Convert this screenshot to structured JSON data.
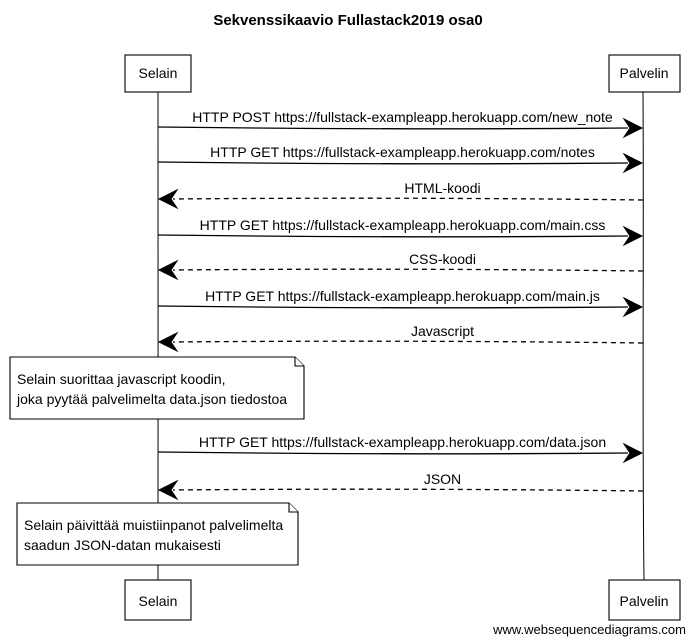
{
  "title": "Sekvenssikaavio Fullastack2019 osa0",
  "participants": {
    "browser": "Selain",
    "server": "Palvelin"
  },
  "messages": [
    {
      "label": "HTTP POST https://fullstack-exampleapp.herokuapp.com/new_note",
      "from": "browser",
      "to": "server",
      "style": "solid"
    },
    {
      "label": "HTTP GET https://fullstack-exampleapp.herokuapp.com/notes",
      "from": "browser",
      "to": "server",
      "style": "solid"
    },
    {
      "label": "HTML-koodi",
      "from": "server",
      "to": "browser",
      "style": "dashed"
    },
    {
      "label": "HTTP GET https://fullstack-exampleapp.herokuapp.com/main.css",
      "from": "browser",
      "to": "server",
      "style": "solid"
    },
    {
      "label": "CSS-koodi",
      "from": "server",
      "to": "browser",
      "style": "dashed"
    },
    {
      "label": "HTTP GET https://fullstack-exampleapp.herokuapp.com/main.js",
      "from": "browser",
      "to": "server",
      "style": "solid"
    },
    {
      "label": "Javascript",
      "from": "server",
      "to": "browser",
      "style": "dashed"
    },
    {
      "label": "HTTP GET https://fullstack-exampleapp.herokuapp.com/data.json",
      "from": "browser",
      "to": "server",
      "style": "solid"
    },
    {
      "label": "JSON",
      "from": "server",
      "to": "browser",
      "style": "dashed"
    }
  ],
  "notes": [
    {
      "lines": [
        "Selain suorittaa javascript koodin,",
        "joka pyytää palvelimelta data.json tiedostoa"
      ]
    },
    {
      "lines": [
        "Selain päivittää muistiinpanot palvelimelta",
        "saadun JSON-datan mukaisesti"
      ]
    }
  ],
  "credit": "www.websequencediagrams.com"
}
